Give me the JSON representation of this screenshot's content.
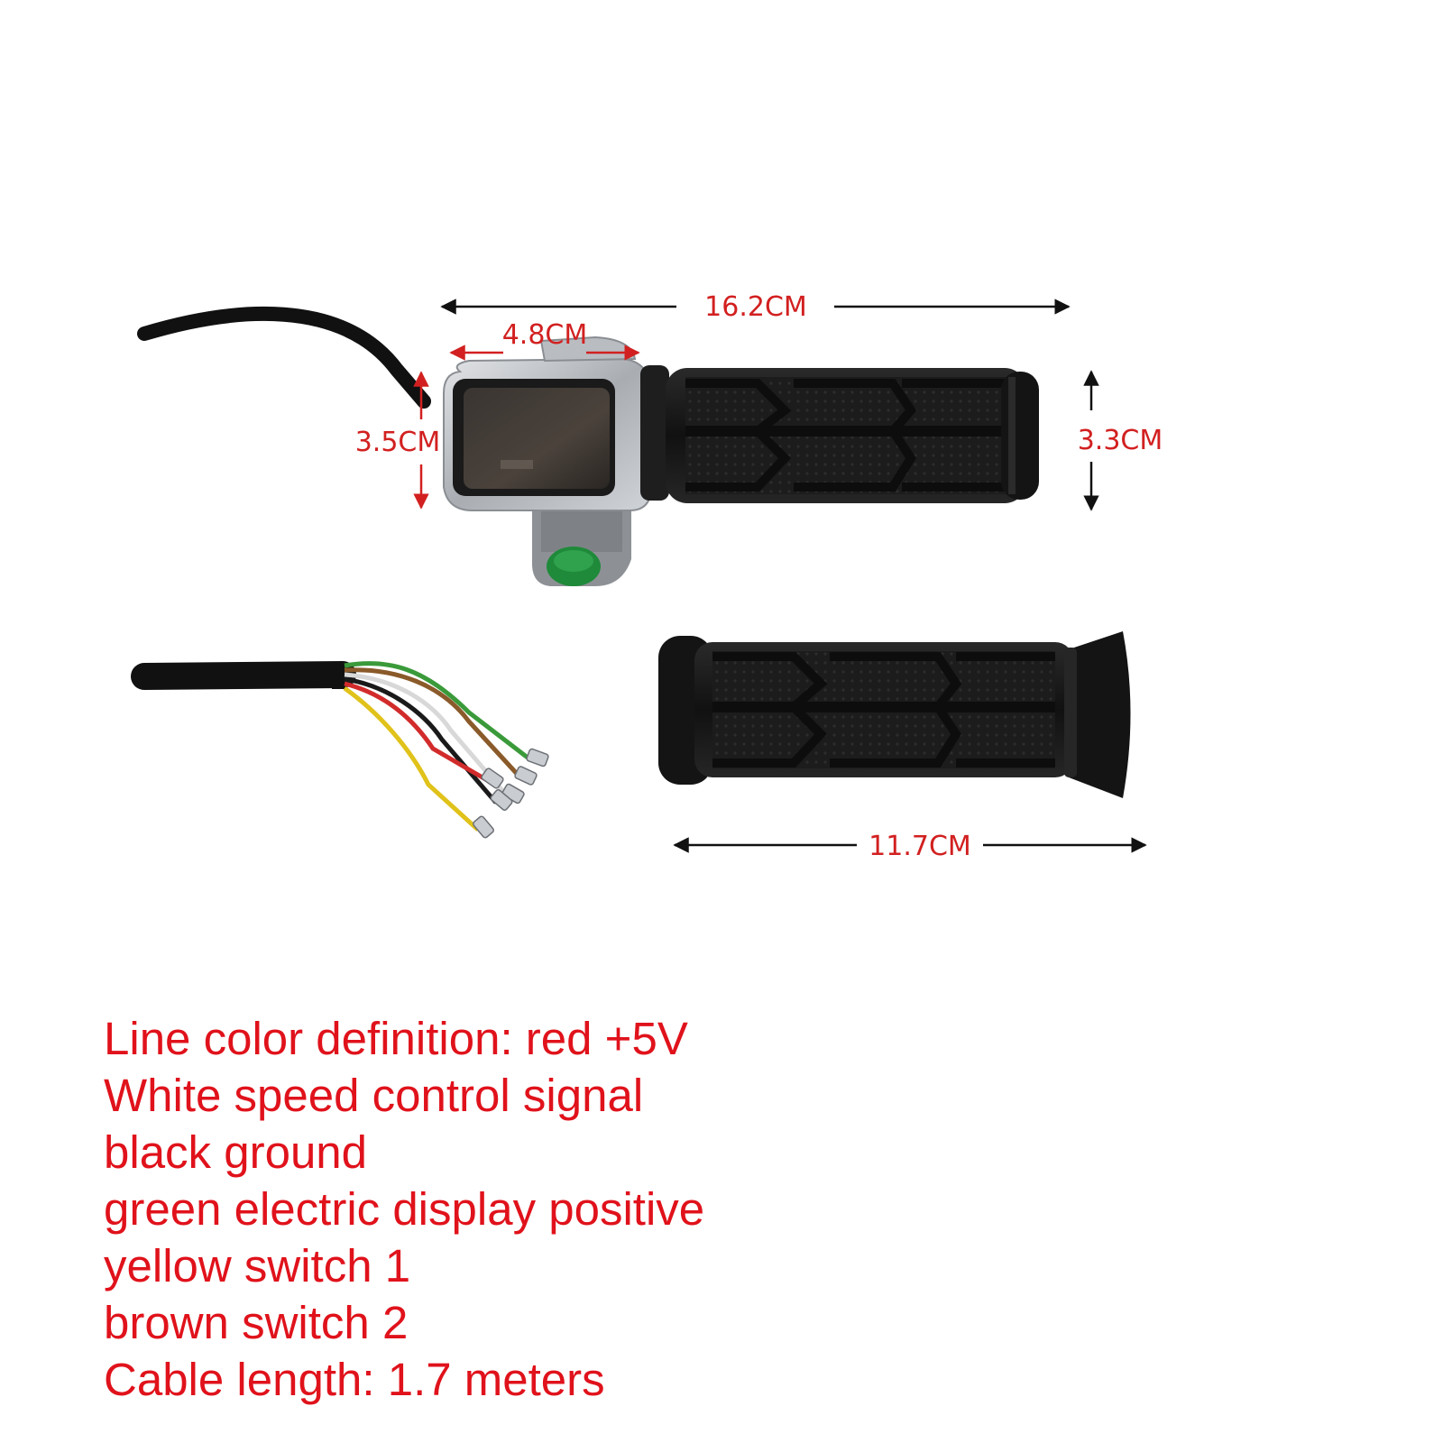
{
  "dimensions": {
    "total_length": "16.2CM",
    "housing_width": "4.8CM",
    "display_height": "3.5CM",
    "grip_diameter": "3.3CM",
    "grip_length": "11.7CM"
  },
  "spec_lines": [
    "Line color definition: red +5V",
    "White speed control signal",
    "black ground",
    "green electric display positive",
    "yellow switch 1",
    "brown switch 2",
    "Cable length: 1.7 meters"
  ],
  "colors": {
    "annotation_red": "#e0121b",
    "wire_red": "#d22b2b",
    "wire_white": "#f2f2f2",
    "wire_black": "#1a1a1a",
    "wire_green": "#3a9a3a",
    "wire_yellow": "#e0c21a",
    "wire_brown": "#8a5a2a",
    "button_green": "#1f8a3a",
    "housing_silver": "#bfc3c7"
  }
}
